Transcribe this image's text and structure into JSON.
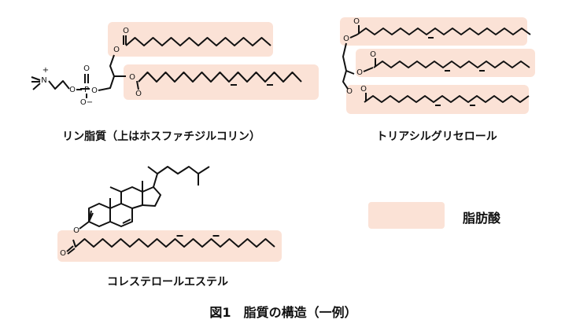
{
  "colors": {
    "highlight": "#fbe2d6",
    "line": "#111111"
  },
  "labels": {
    "phospholipid": "リン脂質（上はホスファチジルコリン）",
    "triacylglycerol": "トリアシルグリセロール",
    "cholesterol_ester": "コレステロールエステル",
    "legend": "脂肪酸"
  },
  "caption": "図1　脂質の構造（一例）",
  "atoms": {
    "O": "O",
    "N": "N",
    "P": "P",
    "plus": "+",
    "minus": "−"
  }
}
